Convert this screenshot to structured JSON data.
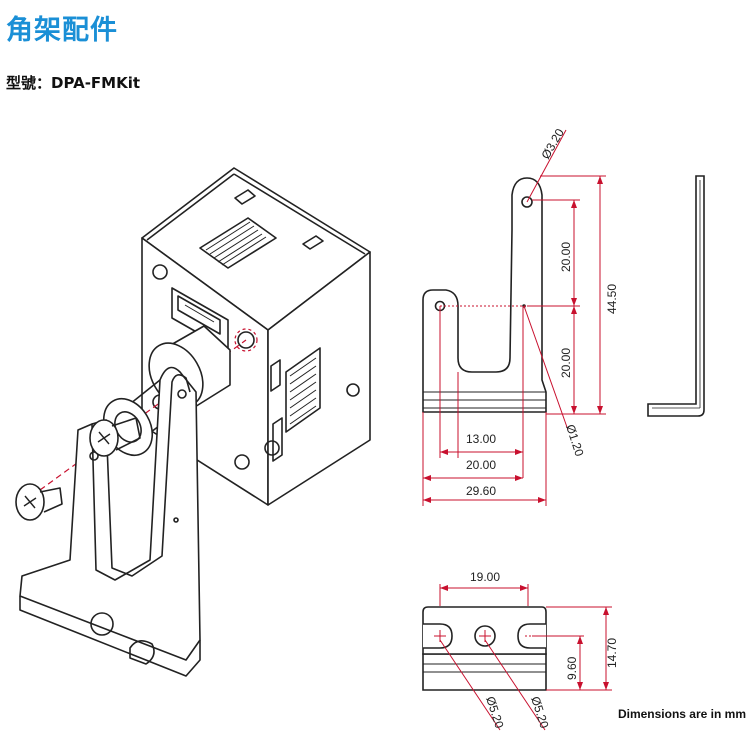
{
  "header": {
    "title": "角架配件",
    "model_label": "型號：",
    "model_value": "DPA-FMKit"
  },
  "dimensions": {
    "hole_top": "Ø3.20",
    "upper_span": "20.00",
    "lower_span": "20.00",
    "total_height": "44.50",
    "small_hole": "Ø1.20",
    "width_inner": "13.00",
    "width_mid": "20.00",
    "width_total": "29.60",
    "base_span": "19.00",
    "base_depth": "9.60",
    "base_height": "14.70",
    "base_hole_left": "Ø5.20",
    "base_hole_right": "Ø5.20"
  },
  "footer": {
    "note": "Dimensions are in mm"
  },
  "colors": {
    "title": "#1a8fd6",
    "dimension": "#c8102e",
    "outline": "#222222"
  },
  "icons": {
    "bracket": "bracket-isometric",
    "camera": "camera-module"
  }
}
